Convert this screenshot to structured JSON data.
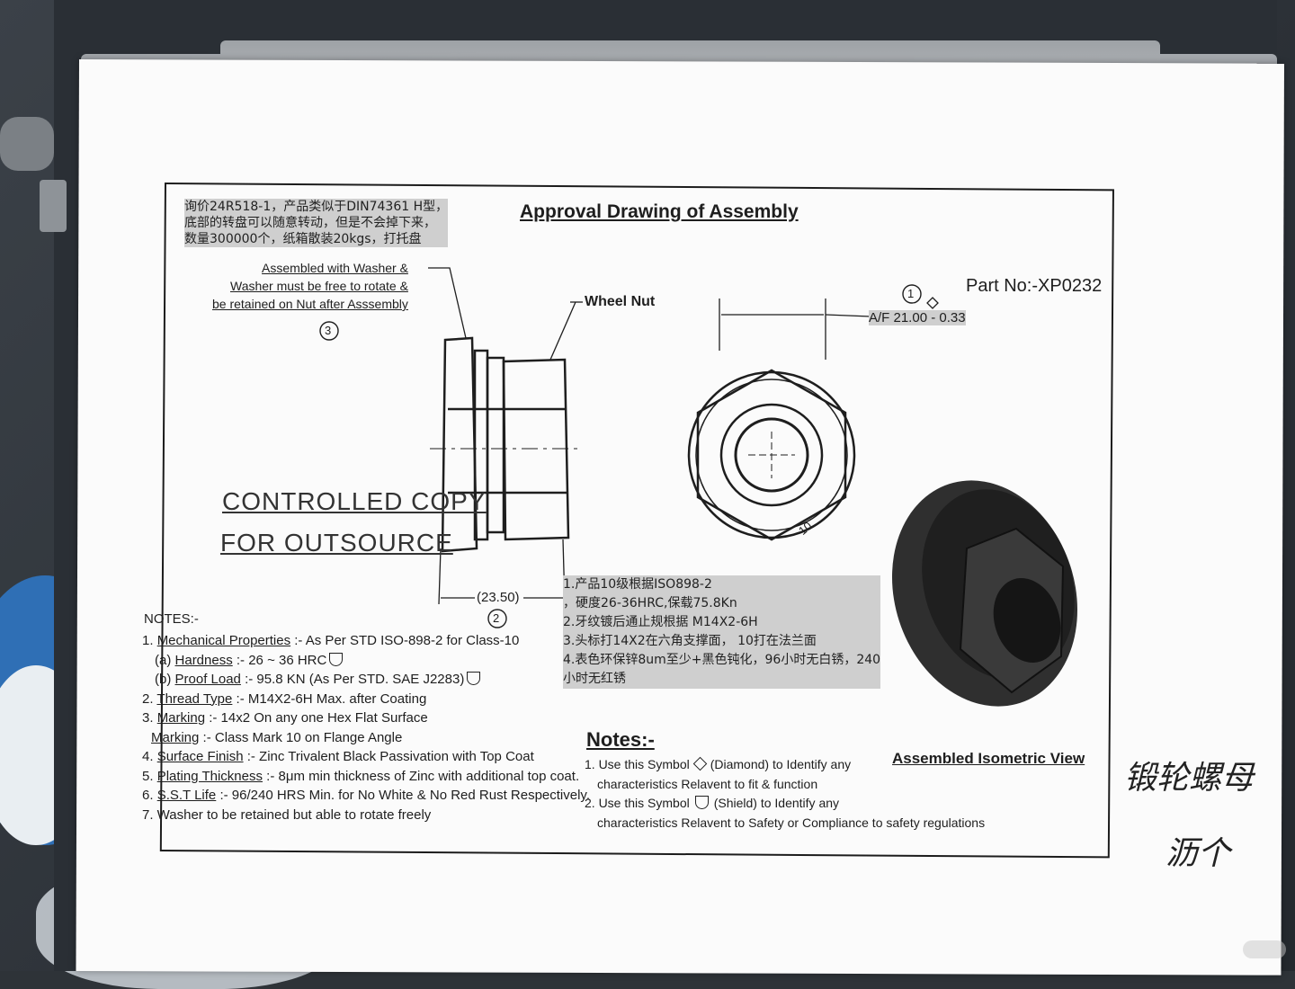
{
  "chinese_note": [
    "询价24R518-1，产品类似于DIN74361 H型，",
    "底部的转盘可以随意转动，但是不会掉下来，",
    "数量300000个，纸箱散装20kgs，打托盘"
  ],
  "title": "Approval Drawing of Assembly",
  "part_no": "Part No:-XP0232",
  "washer_callout": [
    "Assembled with Washer &",
    "Washer must be free to rotate &",
    "be retained on Nut after Asssembly"
  ],
  "wheel_nut_label": "Wheel Nut",
  "balloon_1": "1",
  "balloon_2": "2",
  "balloon_3": "3",
  "af_dim": "A/F 21.00 - 0.33",
  "length_dim": "(23.50)",
  "marking_10": "10",
  "controlled_copy": [
    "CONTROLLED COPY",
    "FOR OUTSOURCE"
  ],
  "cn_requirements": [
    "1.产品10级根据ISO898-2",
    "，硬度26-36HRC,保载75.8Kn",
    "2.牙纹镀后通止规根据 M14X2-6H",
    "3.头标打14X2在六角支撑面，  10打在法兰面",
    "4.表色环保锌8um至少+黑色钝化，96小时无白锈，240",
    "小时无红锈"
  ],
  "notes_heading": "NOTES:-",
  "notes": {
    "n1_num": "1.",
    "n1_key": "Mechanical Properties",
    "n1_val": " :- As Per STD ISO-898-2 for Class-10",
    "n1a_num": "(a)",
    "n1a_key": "Hardness",
    "n1a_val": " :- 26 ~ 36 HRC",
    "n1b_num": "(b)",
    "n1b_key": "Proof Load",
    "n1b_val": " :- 95.8 KN (As Per STD. SAE J2283)",
    "n2_num": "2.",
    "n2_key": "Thread Type",
    "n2_val": " :-  M14X2-6H Max. after Coating",
    "n3_num": "3.",
    "n3_key": "Marking",
    "n3_val": " :- 14x2 On any one Hex Flat Surface",
    "n3b_key": "Marking",
    "n3b_val": " :- Class Mark 10 on Flange Angle",
    "n4_num": "4.",
    "n4_key": "Surface Finish",
    "n4_val": " :- Zinc Trivalent Black Passivation with Top Coat",
    "n5_num": "5.",
    "n5_key": "Plating Thickness",
    "n5_val": " :- 8μm min thickness of Zinc with additional top coat.",
    "n6_num": "6.",
    "n6_key": "S.S.T Life",
    "n6_val": " :- 96/240 HRS Min. for No White & No Red Rust Respectively.",
    "n7": "7. Washer to be retained but able to rotate freely"
  },
  "notes2_heading": "Notes:-",
  "notes2": {
    "a_pre": "1. Use this Symbol",
    "a_post": "(Diamond) to Identify any",
    "a_line2": "characteristics Relavent to fit & function",
    "b_pre": "2. Use this Symbol",
    "b_post": "(Shield) to Identify any",
    "b_line2": "characteristics Relavent to Safety or Compliance to safety regulations"
  },
  "iso_label": "Assembled Isometric View",
  "handwriting": [
    "锻轮螺母",
    "沥个"
  ],
  "colors": {
    "paper": "#fbfbfb",
    "ink": "#1e1e1e",
    "highlight": "#cfcfcf",
    "nut": "#2c2c2c"
  }
}
